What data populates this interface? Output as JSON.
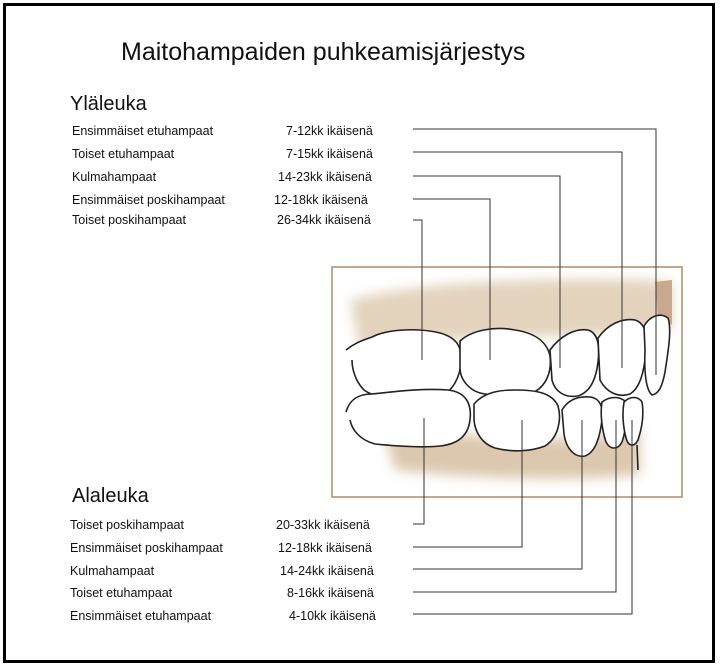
{
  "title": "Maitohampaiden puhkeamisjärjestys",
  "upper": {
    "heading": "Yläleuka",
    "rows": [
      {
        "tooth": "Ensimmäiset etuhampaat",
        "age": "7-12kk ikäisenä"
      },
      {
        "tooth": "Toiset etuhampaat",
        "age": "7-15kk ikäisenä"
      },
      {
        "tooth": "Kulmahampaat",
        "age": "14-23kk ikäisenä"
      },
      {
        "tooth": "Ensimmäiset poskihampaat",
        "age": "12-18kk ikäisenä"
      },
      {
        "tooth": "Toiset poskihampaat",
        "age": "26-34kk ikäisenä"
      }
    ]
  },
  "lower": {
    "heading": "Alaleuka",
    "rows": [
      {
        "tooth": "Toiset poskihampaat",
        "age": "20-33kk ikäisenä"
      },
      {
        "tooth": "Ensimmäiset poskihampaat",
        "age": "12-18kk ikäisenä"
      },
      {
        "tooth": "Kulmahampaat",
        "age": "14-24kk ikäisenä"
      },
      {
        "tooth": "Toiset etuhampaat",
        "age": "8-16kk ikäisenä"
      },
      {
        "tooth": "Ensimmäiset etuhampaat",
        "age": "4-10kk ikäisenä"
      }
    ]
  }
}
